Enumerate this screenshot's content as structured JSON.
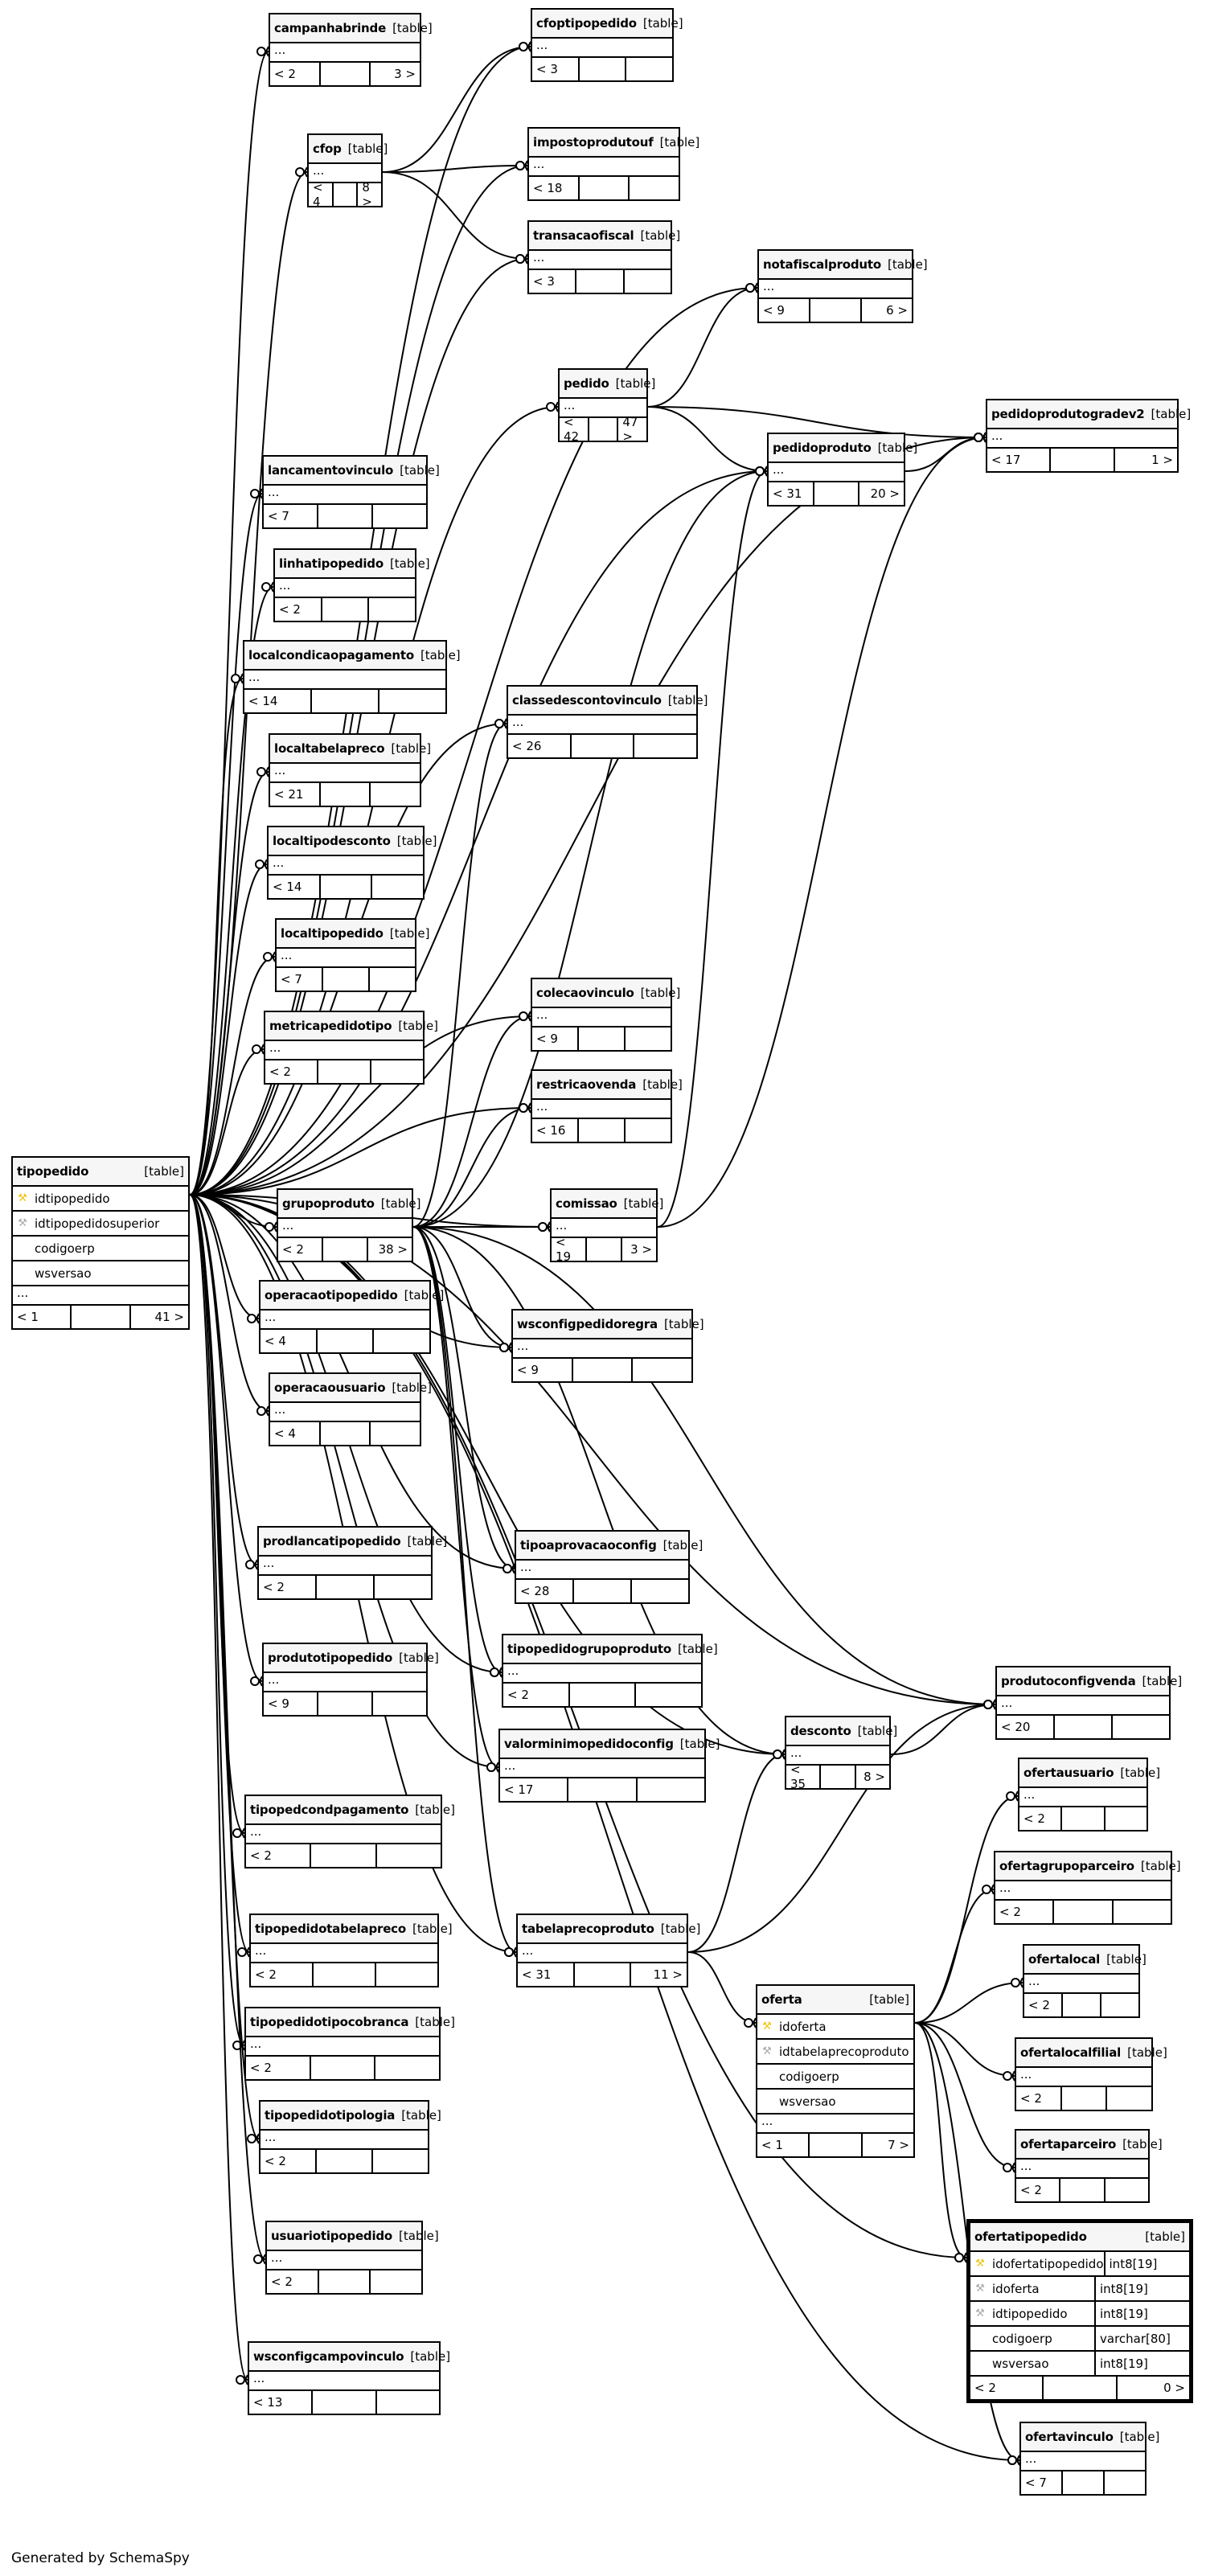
{
  "footer": "Generated by SchemaSpy",
  "table_tag": "[table]",
  "ellipsis": "...",
  "colors": {
    "line": "#000000",
    "header": "#f6f6f6",
    "primary_key": "#f1c40f",
    "foreign_key": "#aaaaaa"
  },
  "tables": [
    {
      "id": "campanhabrinde",
      "name": "campanhabrinde",
      "parents": "< 2",
      "children": "3 >"
    },
    {
      "id": "cfoptipopedido",
      "name": "cfoptipopedido",
      "parents": "< 3",
      "children": ""
    },
    {
      "id": "cfop",
      "name": "cfop",
      "parents": "< 4",
      "children": "8 >"
    },
    {
      "id": "impostoprodutouf",
      "name": "impostoprodutouf",
      "parents": "< 18",
      "children": ""
    },
    {
      "id": "transacaofiscal",
      "name": "transacaofiscal",
      "parents": "< 3",
      "children": ""
    },
    {
      "id": "notafiscalproduto",
      "name": "notafiscalproduto",
      "parents": "< 9",
      "children": "6 >"
    },
    {
      "id": "pedido",
      "name": "pedido",
      "parents": "< 42",
      "children": "47 >"
    },
    {
      "id": "pedidoprodutogradev2",
      "name": "pedidoprodutogradev2",
      "parents": "< 17",
      "children": "1 >"
    },
    {
      "id": "pedidoproduto",
      "name": "pedidoproduto",
      "parents": "< 31",
      "children": "20 >"
    },
    {
      "id": "lancamentovinculo",
      "name": "lancamentovinculo",
      "parents": "< 7",
      "children": ""
    },
    {
      "id": "linhatipopedido",
      "name": "linhatipopedido",
      "parents": "< 2",
      "children": ""
    },
    {
      "id": "localcondicaopagamento",
      "name": "localcondicaopagamento",
      "parents": "< 14",
      "children": ""
    },
    {
      "id": "classedescontovinculo",
      "name": "classedescontovinculo",
      "parents": "< 26",
      "children": ""
    },
    {
      "id": "localtabelapreco",
      "name": "localtabelapreco",
      "parents": "< 21",
      "children": ""
    },
    {
      "id": "localtipodesconto",
      "name": "localtipodesconto",
      "parents": "< 14",
      "children": ""
    },
    {
      "id": "localtipopedido",
      "name": "localtipopedido",
      "parents": "< 7",
      "children": ""
    },
    {
      "id": "colecaovinculo",
      "name": "colecaovinculo",
      "parents": "< 9",
      "children": ""
    },
    {
      "id": "metricapedidotipo",
      "name": "metricapedidotipo",
      "parents": "< 2",
      "children": ""
    },
    {
      "id": "restricaovenda",
      "name": "restricaovenda",
      "parents": "< 16",
      "children": ""
    },
    {
      "id": "grupoproduto",
      "name": "grupoproduto",
      "parents": "< 2",
      "children": "38 >"
    },
    {
      "id": "comissao",
      "name": "comissao",
      "parents": "< 19",
      "children": "3 >"
    },
    {
      "id": "operacaotipopedido",
      "name": "operacaotipopedido",
      "parents": "< 4",
      "children": ""
    },
    {
      "id": "wsconfigpedidoregra",
      "name": "wsconfigpedidoregra",
      "parents": "< 9",
      "children": ""
    },
    {
      "id": "operacaousuario",
      "name": "operacaousuario",
      "parents": "< 4",
      "children": ""
    },
    {
      "id": "prodlancatipopedido",
      "name": "prodlancatipopedido",
      "parents": "< 2",
      "children": ""
    },
    {
      "id": "tipoaprovacaoconfig",
      "name": "tipoaprovacaoconfig",
      "parents": "< 28",
      "children": ""
    },
    {
      "id": "produtotipopedido",
      "name": "produtotipopedido",
      "parents": "< 9",
      "children": ""
    },
    {
      "id": "tipopedidogrupoproduto",
      "name": "tipopedidogrupoproduto",
      "parents": "< 2",
      "children": ""
    },
    {
      "id": "produtoconfigvenda",
      "name": "produtoconfigvenda",
      "parents": "< 20",
      "children": ""
    },
    {
      "id": "valorminimopedidoconfig",
      "name": "valorminimopedidoconfig",
      "parents": "< 17",
      "children": ""
    },
    {
      "id": "desconto",
      "name": "desconto",
      "parents": "< 35",
      "children": "8 >"
    },
    {
      "id": "ofertausuario",
      "name": "ofertausuario",
      "parents": "< 2",
      "children": ""
    },
    {
      "id": "tipopedcondpagamento",
      "name": "tipopedcondpagamento",
      "parents": "< 2",
      "children": ""
    },
    {
      "id": "ofertagrupoparceiro",
      "name": "ofertagrupoparceiro",
      "parents": "< 2",
      "children": ""
    },
    {
      "id": "tipopedidotabelapreco",
      "name": "tipopedidotabelapreco",
      "parents": "< 2",
      "children": ""
    },
    {
      "id": "tabelaprecoproduto",
      "name": "tabelaprecoproduto",
      "parents": "< 31",
      "children": "11 >"
    },
    {
      "id": "ofertalocal",
      "name": "ofertalocal",
      "parents": "< 2",
      "children": ""
    },
    {
      "id": "tipopedidotipocobranca",
      "name": "tipopedidotipocobranca",
      "parents": "< 2",
      "children": ""
    },
    {
      "id": "ofertalocalfilial",
      "name": "ofertalocalfilial",
      "parents": "< 2",
      "children": ""
    },
    {
      "id": "tipopedidotipologia",
      "name": "tipopedidotipologia",
      "parents": "< 2",
      "children": ""
    },
    {
      "id": "ofertaparceiro",
      "name": "ofertaparceiro",
      "parents": "< 2",
      "children": ""
    },
    {
      "id": "usuariotipopedido",
      "name": "usuariotipopedido",
      "parents": "< 2",
      "children": ""
    },
    {
      "id": "wsconfigcampovinculo",
      "name": "wsconfigcampovinculo",
      "parents": "< 13",
      "children": ""
    },
    {
      "id": "ofertavinculo",
      "name": "ofertavinculo",
      "parents": "< 7",
      "children": ""
    }
  ],
  "tipopedido": {
    "name": "tipopedido",
    "parents": "< 1",
    "children": "41 >",
    "columns": [
      {
        "name": "idtipopedido",
        "key": "pk"
      },
      {
        "name": "idtipopedidosuperior",
        "key": "fk"
      },
      {
        "name": "codigoerp",
        "key": ""
      },
      {
        "name": "wsversao",
        "key": ""
      }
    ]
  },
  "oferta": {
    "name": "oferta",
    "parents": "< 1",
    "children": "7 >",
    "columns": [
      {
        "name": "idoferta",
        "key": "pk"
      },
      {
        "name": "idtabelaprecoproduto",
        "key": "fk"
      },
      {
        "name": "codigoerp",
        "key": ""
      },
      {
        "name": "wsversao",
        "key": ""
      }
    ]
  },
  "ofertatipopedido": {
    "name": "ofertatipopedido",
    "parents": "< 2",
    "children": "0 >",
    "columns": [
      {
        "name": "idofertatipopedido",
        "type": "int8[19]",
        "key": "pk"
      },
      {
        "name": "idoferta",
        "type": "int8[19]",
        "key": "fk"
      },
      {
        "name": "idtipopedido",
        "type": "int8[19]",
        "key": "fk"
      },
      {
        "name": "codigoerp",
        "type": "varchar[80]",
        "key": ""
      },
      {
        "name": "wsversao",
        "type": "int8[19]",
        "key": ""
      }
    ]
  }
}
